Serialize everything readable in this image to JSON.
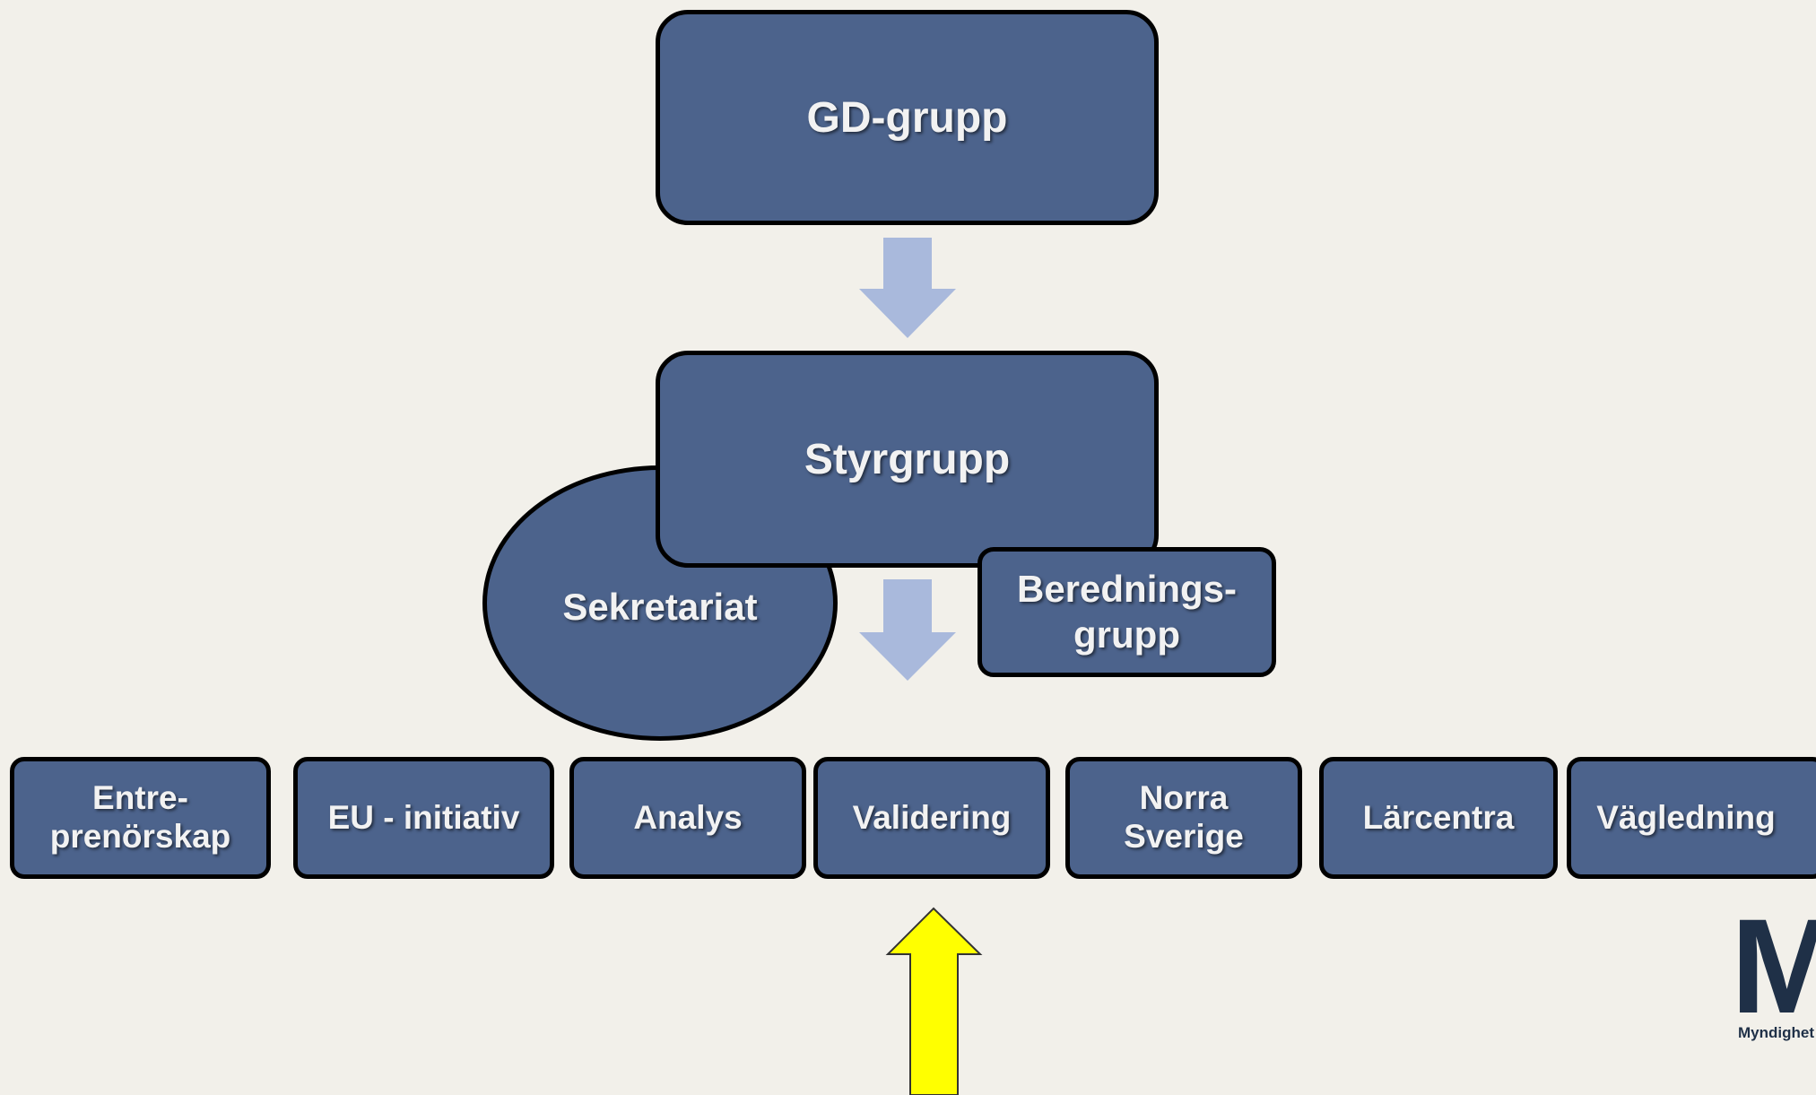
{
  "diagram": {
    "top": {
      "label": "GD-grupp"
    },
    "steering": {
      "label": "Styrgrupp"
    },
    "secretariat": {
      "label": "Sekretariat"
    },
    "preparation": {
      "label": "Berednings-\ngrupp"
    },
    "groups": [
      {
        "label": "Entre-\nprenörskap"
      },
      {
        "label": "EU - initiativ"
      },
      {
        "label": "Analys"
      },
      {
        "label": "Validering"
      },
      {
        "label": "Norra\nSverige"
      },
      {
        "label": "Lärcentra"
      },
      {
        "label": "Vägledning"
      }
    ]
  },
  "logo": {
    "mark": "M",
    "text": "Myndighet"
  },
  "colors": {
    "background": "#f2f0ea",
    "box_fill": "#4c638c",
    "box_border": "#000000",
    "flow_arrow": "#a9b9dc",
    "highlight_arrow": "#ffff00",
    "logo": "#1f3047"
  }
}
